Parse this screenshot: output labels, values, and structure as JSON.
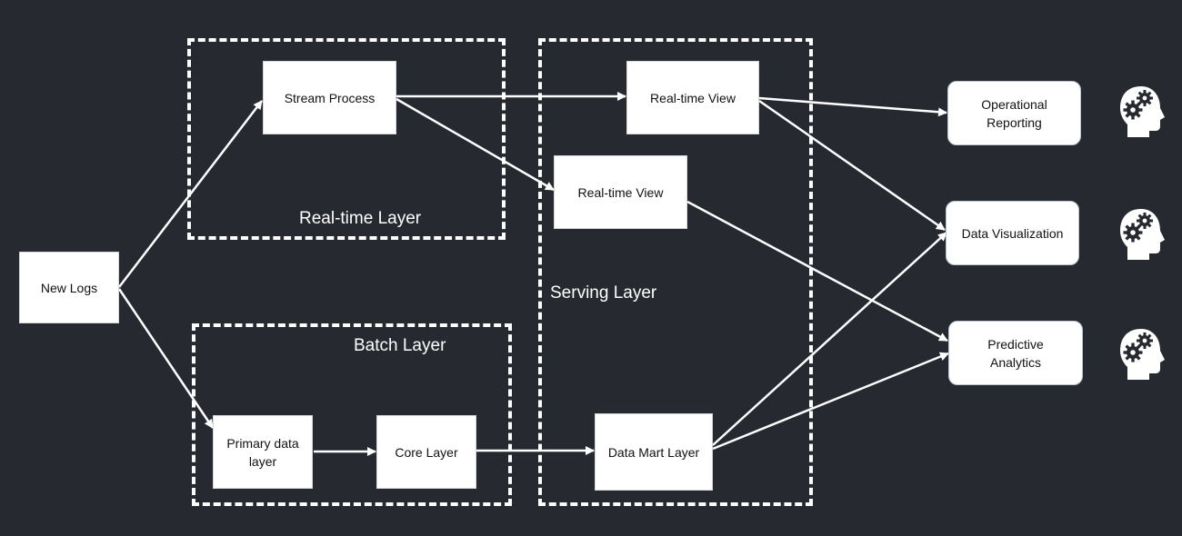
{
  "nodes": {
    "new_logs": "New Logs",
    "stream_process": "Stream Process",
    "realtime_view_1": "Real-time View",
    "realtime_view_2": "Real-time View",
    "primary_data_layer": "Primary data layer",
    "core_layer": "Core Layer",
    "data_mart_layer": "Data Mart Layer"
  },
  "groups": {
    "realtime_layer": "Real-time Layer",
    "batch_layer": "Batch Layer",
    "serving_layer": "Serving Layer"
  },
  "outputs": {
    "operational_reporting": "Operational Reporting",
    "data_visualization": "Data Visualization",
    "predictive_analytics": "Predictive Analytics"
  },
  "icons": {
    "output_icon": "head-with-gears-icon"
  },
  "colors": {
    "background": "#262a30",
    "foreground": "#ffffff"
  }
}
